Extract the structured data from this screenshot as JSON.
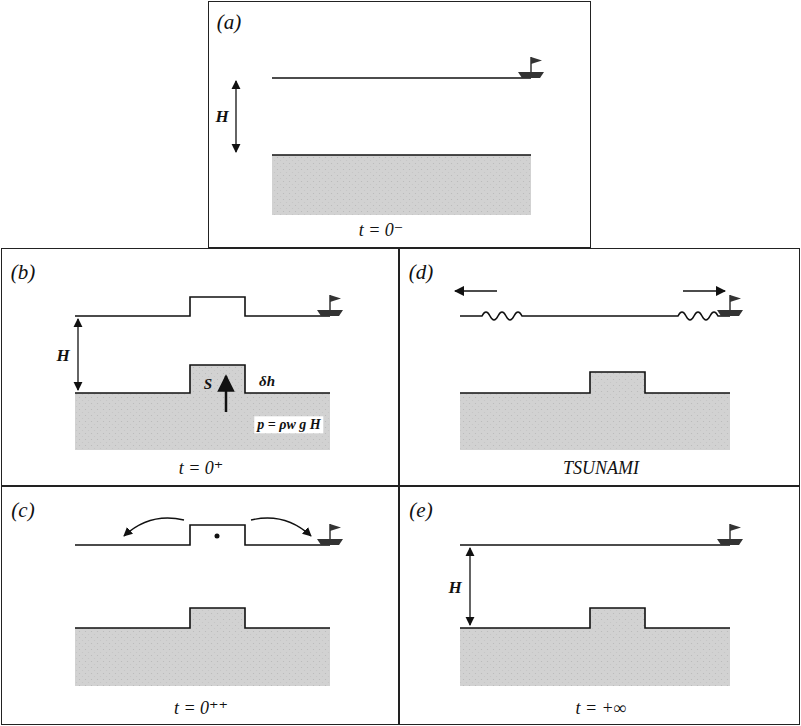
{
  "diagram": {
    "nodes": [
      {
        "text": [
          "(a)",
          "H",
          "t = 0⁻"
        ]
      },
      {
        "text": [
          "(b)",
          "H",
          "S",
          "δh",
          "p = ρw g H",
          "t = 0⁺"
        ]
      },
      {
        "text": [
          "(d)",
          "TSUNAMI"
        ]
      },
      {
        "text": [
          "(c)",
          "t = 0⁺⁺"
        ]
      },
      {
        "text": [
          "(e)",
          "H",
          "t = +∞"
        ]
      }
    ]
  }
}
